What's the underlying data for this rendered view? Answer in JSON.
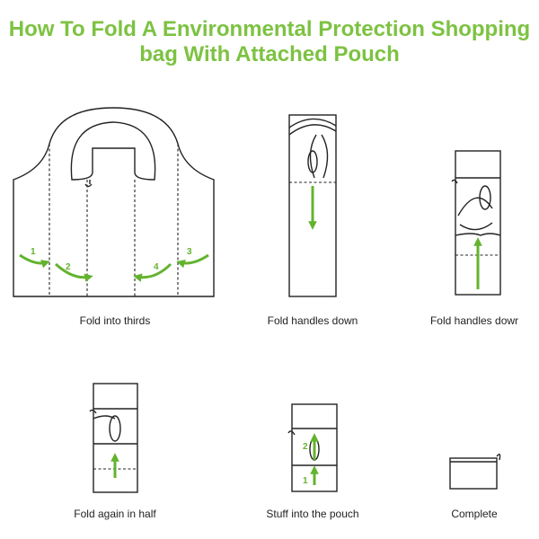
{
  "title": {
    "line1": "How To Fold A Environmental Protection Shopping",
    "line2": "bag With Attached Pouch"
  },
  "steps": [
    {
      "caption": "Fold into thirds",
      "numbers": [
        "1",
        "2",
        "4",
        "3"
      ]
    },
    {
      "caption": "Fold handles down"
    },
    {
      "caption": "Fold handles dowr"
    },
    {
      "caption": "Fold again in half"
    },
    {
      "caption": "Stuff into the pouch",
      "numbers": [
        "2",
        "1"
      ]
    },
    {
      "caption": "Complete"
    }
  ],
  "colors": {
    "title": "#7dc242",
    "arrow": "#63b32e",
    "line": "#222222"
  }
}
